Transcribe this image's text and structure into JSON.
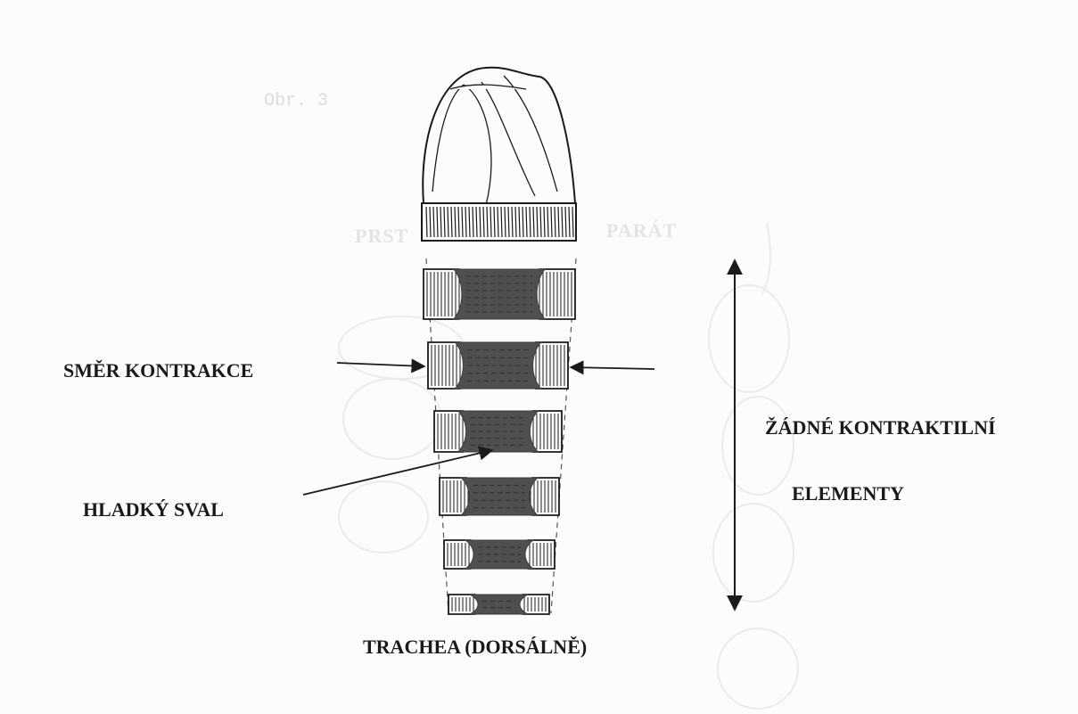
{
  "figure_ref": "Obr. 3",
  "faint_heading_left": "PRST",
  "faint_heading_right": "PARÁT",
  "labels": {
    "direction": "SMĚR KONTRAKCE",
    "smooth_muscle": "HLADKÝ SVAL",
    "no_contractile_line1": "ŽÁDNÉ KONTRAKTILNÍ",
    "no_contractile_line2": "ELEMENTY",
    "caption": "TRACHEA (DORSÁLNĚ)"
  },
  "colors": {
    "ink": "#1a1a1a",
    "muscle": "#4f4f4f",
    "paper": "#fcfcfa",
    "ghost": "#e6e6e4"
  }
}
